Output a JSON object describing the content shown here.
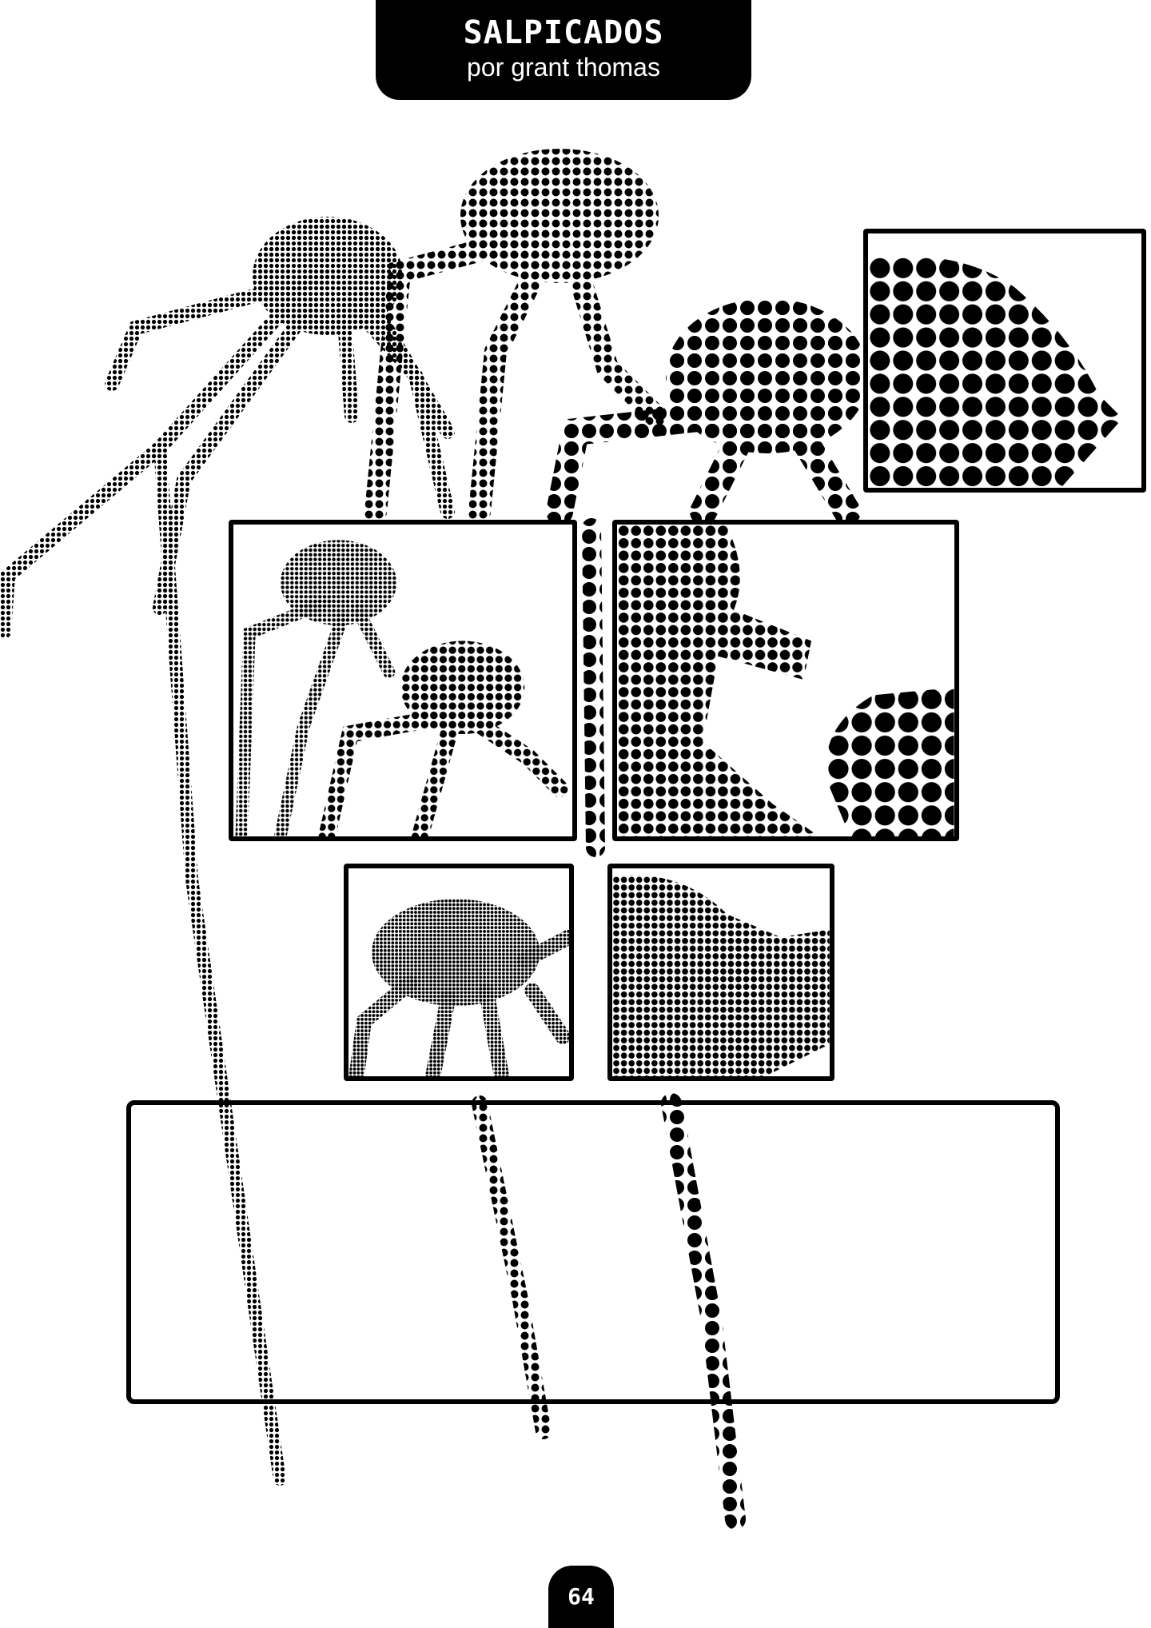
{
  "header": {
    "title": "SALPICADOS",
    "subtitle": "por grant thomas"
  },
  "page_number": "64",
  "colors": {
    "ink": "#000000",
    "paper": "#ffffff"
  }
}
